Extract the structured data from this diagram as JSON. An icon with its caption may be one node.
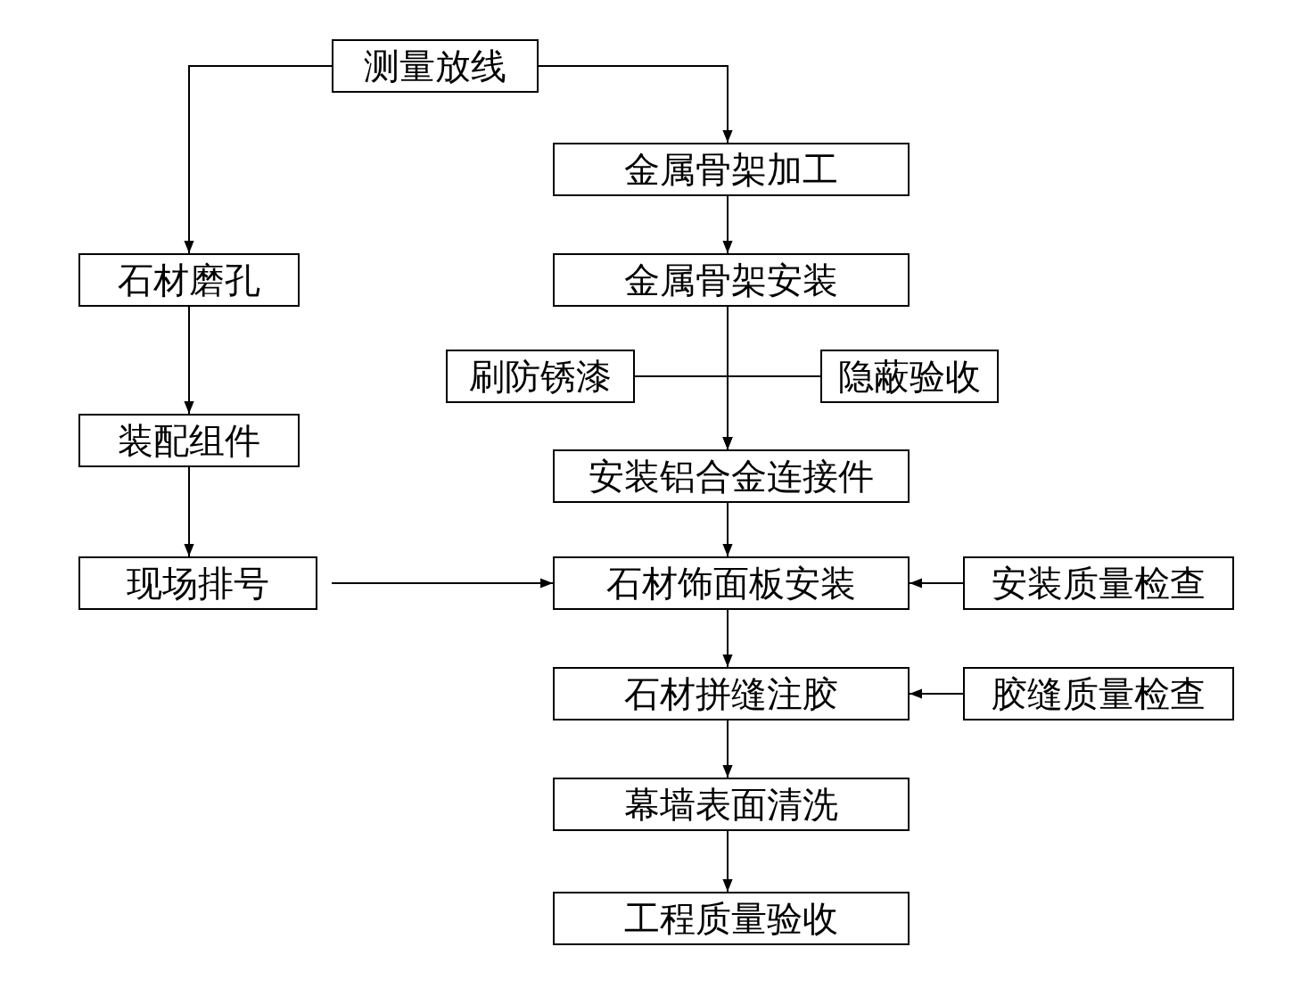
{
  "diagram": {
    "nodes": [
      {
        "text": [
          "测量放线"
        ]
      },
      {
        "text": [
          "石材磨孔"
        ]
      },
      {
        "text": [
          "金属骨架加工"
        ]
      },
      {
        "text": [
          "金属骨架安装"
        ]
      },
      {
        "text": [
          "刷防锈漆"
        ]
      },
      {
        "text": [
          "隐蔽验收"
        ]
      },
      {
        "text": [
          "装配组件"
        ]
      },
      {
        "text": [
          "安装铝合金连接件"
        ]
      },
      {
        "text": [
          "现场排号"
        ]
      },
      {
        "text": [
          "石材饰面板安装"
        ]
      },
      {
        "text": [
          "安装质量检查"
        ]
      },
      {
        "text": [
          "石材拼缝注胶"
        ]
      },
      {
        "text": [
          "胶缝质量检查"
        ]
      },
      {
        "text": [
          "幕墙表面清洗"
        ]
      },
      {
        "text": [
          "工程质量验收"
        ]
      }
    ],
    "edges": [
      {
        "from": 0,
        "to": 1,
        "arrow": "to"
      },
      {
        "from": 0,
        "to": 2,
        "arrow": "to"
      },
      {
        "from": 2,
        "to": 3,
        "arrow": "to"
      },
      {
        "from": 3,
        "to": 7,
        "arrow": "to"
      },
      {
        "from": 4,
        "to": 7,
        "arrow": "to"
      },
      {
        "from": 5,
        "to": 7,
        "arrow": "to"
      },
      {
        "from": 1,
        "to": 6,
        "arrow": "to"
      },
      {
        "from": 6,
        "to": 8,
        "arrow": "to"
      },
      {
        "from": 8,
        "to": 9,
        "arrow": "to"
      },
      {
        "from": 7,
        "to": 9,
        "arrow": "to"
      },
      {
        "from": 10,
        "to": 9,
        "arrow": "to"
      },
      {
        "from": 9,
        "to": 11,
        "arrow": "to"
      },
      {
        "from": 12,
        "to": 11,
        "arrow": "to"
      },
      {
        "from": 11,
        "to": 13,
        "arrow": "to"
      },
      {
        "from": 13,
        "to": 14,
        "arrow": "to"
      }
    ]
  }
}
